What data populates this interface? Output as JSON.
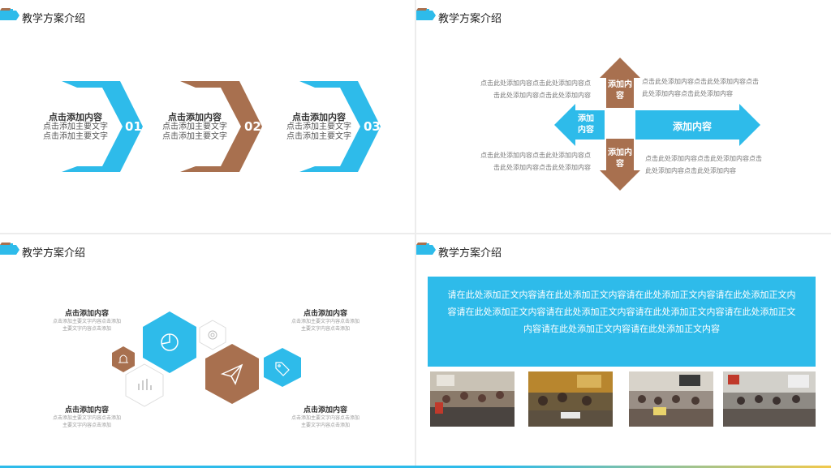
{
  "title": "教学方案介绍",
  "steps": [
    {
      "num": "01",
      "heading": "点击添加内容",
      "line1": "点击添加主要文字",
      "line2": "点击添加主要文字"
    },
    {
      "num": "02",
      "heading": "点击添加内容",
      "line1": "点击添加主要文字",
      "line2": "点击添加主要文字"
    },
    {
      "num": "03",
      "heading": "点击添加内容",
      "line1": "点击添加主要文字",
      "line2": "点击添加主要文字"
    }
  ],
  "cross": {
    "up": "添加内容",
    "left": "添加内容",
    "down": "添加内容",
    "right": "添加内容",
    "tl": [
      "点击此处添加内容点击此处添加内容点",
      "击此处添加内容点击此处添加内容"
    ],
    "tr": [
      "点击此处添加内容点击此处添加内容点击",
      "此处添加内容点击此处添加内容"
    ],
    "bl": [
      "点击此处添加内容点击此处添加内容点",
      "击此处添加内容点击此处添加内容"
    ],
    "br": [
      "点击此处添加内容点击此处添加内容点击",
      "此处添加内容点击此处添加内容"
    ]
  },
  "hex": {
    "tl": {
      "h": "点击添加内容",
      "l1": "点击添加主要文字内容点击添加",
      "l2": "主要文字内容点击添加"
    },
    "tr": {
      "h": "点击添加内容",
      "l1": "点击添加主要文字内容点击添加",
      "l2": "主要文字内容点击添加"
    },
    "bl": {
      "h": "点击添加内容",
      "l1": "点击添加主要文字内容点击添加",
      "l2": "主要文字内容点击添加"
    },
    "br": {
      "h": "点击添加内容",
      "l1": "点击添加主要文字内容点击添加",
      "l2": "主要文字内容点击添加"
    }
  },
  "banner": [
    "请在此处添加正文内容请在此处添加正文内容请在此处添加正文内容请在此处添加正文内",
    "容请在此处添加正文内容请在此处添加正文内容请在此处添加正文内容请在此处添加正文",
    "内容请在此处添加正文内容请在此处添加正文内容"
  ],
  "colors": {
    "blue": "#2ebbea",
    "brown": "#a8704f"
  }
}
